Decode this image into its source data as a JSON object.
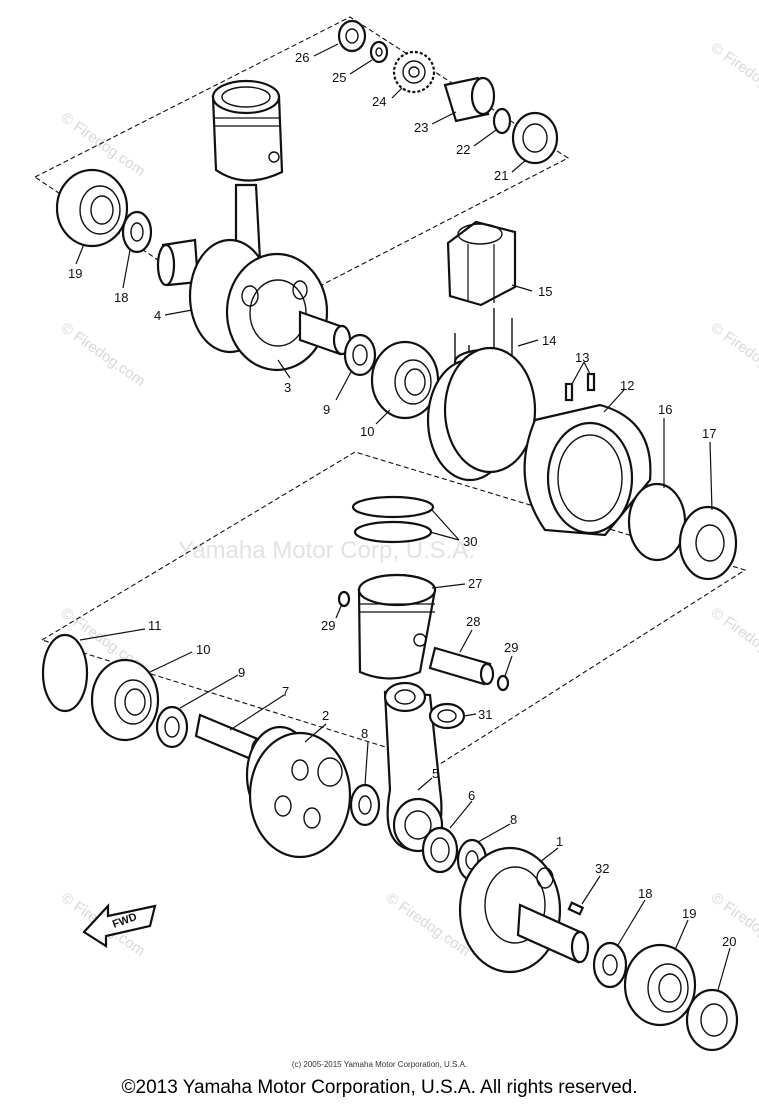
{
  "watermarks": {
    "site": "© Firedog.com",
    "center": "Yamaha Motor Corp, U.S.A."
  },
  "fwd_label": "FWD",
  "callouts": {
    "c26": "26",
    "c25": "25",
    "c24": "24",
    "c23": "23",
    "c22": "22",
    "c21": "21",
    "c19a": "19",
    "c18a": "18",
    "c4": "4",
    "c3": "3",
    "c9a": "9",
    "c10a": "10",
    "c15": "15",
    "c14": "14",
    "c13": "13",
    "c12": "12",
    "c16": "16",
    "c17": "17",
    "c30": "30",
    "c27": "27",
    "c29a": "29",
    "c28": "28",
    "c29b": "29",
    "c11": "11",
    "c10b": "10",
    "c9b": "9",
    "c7": "7",
    "c2": "2",
    "c8a": "8",
    "c5": "5",
    "c31": "31",
    "c6": "6",
    "c8b": "8",
    "c1": "1",
    "c32": "32",
    "c18b": "18",
    "c19b": "19",
    "c20": "20"
  },
  "footer": {
    "small_copyright": "(c) 2005-2015 Yamaha Motor Corporation, U.S.A.",
    "copyright": "©2013 Yamaha Motor Corporation, U.S.A. All rights reserved."
  }
}
